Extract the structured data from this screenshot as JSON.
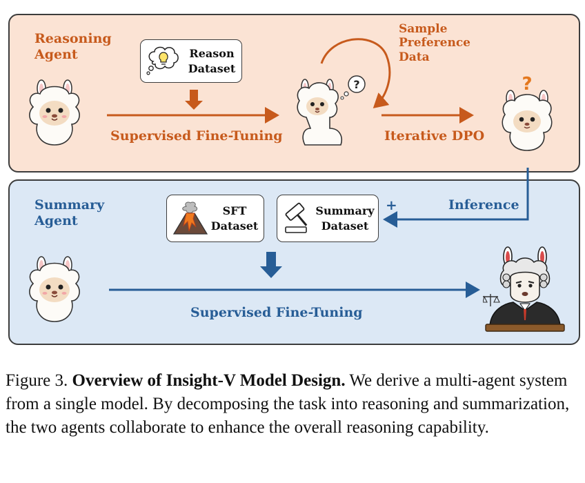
{
  "reasoning": {
    "agent_label_line1": "Reasoning",
    "agent_label_line2": "Agent",
    "dataset_line1": "Reason",
    "dataset_line2": "Dataset",
    "sft_label": "Supervised Fine-Tuning",
    "sample_line1": "Sample",
    "sample_line2": "Preference",
    "sample_line3": "Data",
    "dpo_label": "Iterative DPO",
    "question_mark": "?"
  },
  "summary": {
    "agent_label_line1": "Summary",
    "agent_label_line2": "Agent",
    "sft_dataset_line1": "SFT",
    "sft_dataset_line2": "Dataset",
    "summary_dataset_line1": "Summary",
    "summary_dataset_line2": "Dataset",
    "plus": "+",
    "inference_label": "Inference",
    "sft_label": "Supervised Fine-Tuning"
  },
  "caption": {
    "prefix": "Figure 3.",
    "title": "Overview of Insight-V Model Design.",
    "body": "We derive a multi-agent system from a single model. By decomposing the task into reasoning and summarization, the two agents collaborate to enhance the overall reasoning capability."
  },
  "colors": {
    "orange": "#c75a1c",
    "blue": "#275d96",
    "top_panel_bg": "#fbe3d4",
    "bottom_panel_bg": "#dce8f5"
  }
}
